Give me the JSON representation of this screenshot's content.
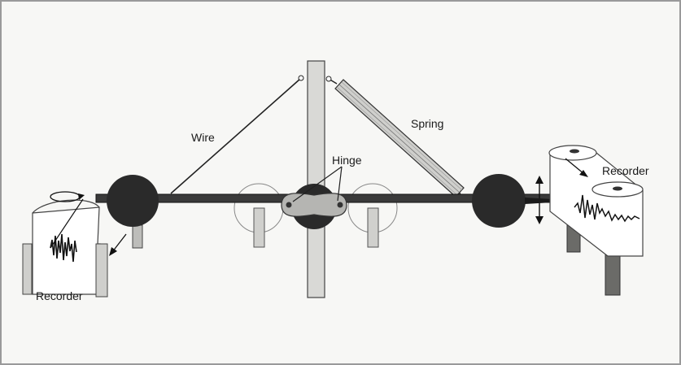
{
  "labels": {
    "wire": "Wire",
    "spring": "Spring",
    "hinge": "Hinge",
    "recorder_left": "Recorder",
    "recorder_right": "Recorder"
  },
  "colors": {
    "background": "#f7f7f5",
    "frame": "#9a9a9a",
    "ink": "#1a1a1a",
    "mass": "#2a2a2a",
    "pillar": "#d9d9d6",
    "paper": "#ffffff"
  }
}
